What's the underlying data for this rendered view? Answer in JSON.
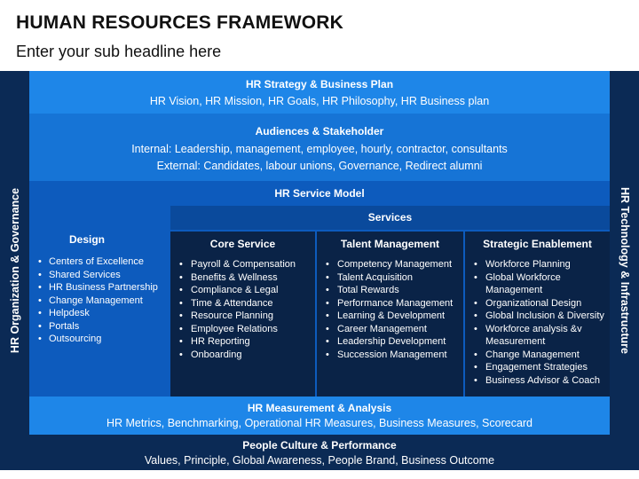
{
  "header": {
    "title": "HUMAN RESOURCES FRAMEWORK",
    "subtitle": "Enter your sub headline here"
  },
  "side_labels": {
    "left": "HR Organization & Governance",
    "right": "HR Technology & Infrastructure"
  },
  "strategy": {
    "title": "HR Strategy & Business Plan",
    "text": "HR Vision, HR Mission, HR Goals, HR Philosophy, HR Business plan"
  },
  "audience": {
    "title": "Audiences & Stakeholder",
    "line1": "Internal: Leadership, management, employee, hourly, contractor, consultants",
    "line2": "External: Candidates, labour unions, Governance, Redirect alumni"
  },
  "service_model": {
    "title": "HR Service Model",
    "design": {
      "title": "Design",
      "items": [
        "Centers of Excellence",
        "Shared Services",
        "HR Business Partnership",
        "Change Management",
        "Helpdesk",
        "Portals",
        "Outsourcing"
      ]
    },
    "services_title": "Services",
    "columns": [
      {
        "title": "Core Service",
        "items": [
          "Payroll & Compensation",
          "Benefits & Wellness",
          "Compliance & Legal",
          "Time & Attendance",
          "Resource Planning",
          "Employee Relations",
          "HR Reporting",
          "Onboarding"
        ]
      },
      {
        "title": "Talent Management",
        "items": [
          "Competency Management",
          "Talent Acquisition",
          "Total Rewards",
          "Performance Management",
          "Learning & Development",
          "Career Management",
          "Leadership Development",
          "Succession Management"
        ]
      },
      {
        "title": "Strategic Enablement",
        "items": [
          "Workforce Planning",
          "Global Workforce Management",
          "Organizational Design",
          "Global Inclusion & Diversity",
          "Workforce analysis &v Measurement",
          "Change Management",
          "Engagement Strategies",
          "Business Advisor & Coach"
        ]
      }
    ]
  },
  "measurement": {
    "title": "HR Measurement & Analysis",
    "text": "HR Metrics, Benchmarking, Operational HR Measures, Business Measures, Scorecard"
  },
  "culture": {
    "title": "People Culture & Performance",
    "text": "Values, Principle, Global Awareness, People Brand, Business Outcome"
  },
  "colors": {
    "navy": "#0b2a55",
    "dark_col": "#0a2347",
    "blue_bright": "#1e86e8",
    "blue_mid": "#1674d6",
    "blue_model": "#0d5bbd",
    "services_head": "#0a4a9c"
  }
}
